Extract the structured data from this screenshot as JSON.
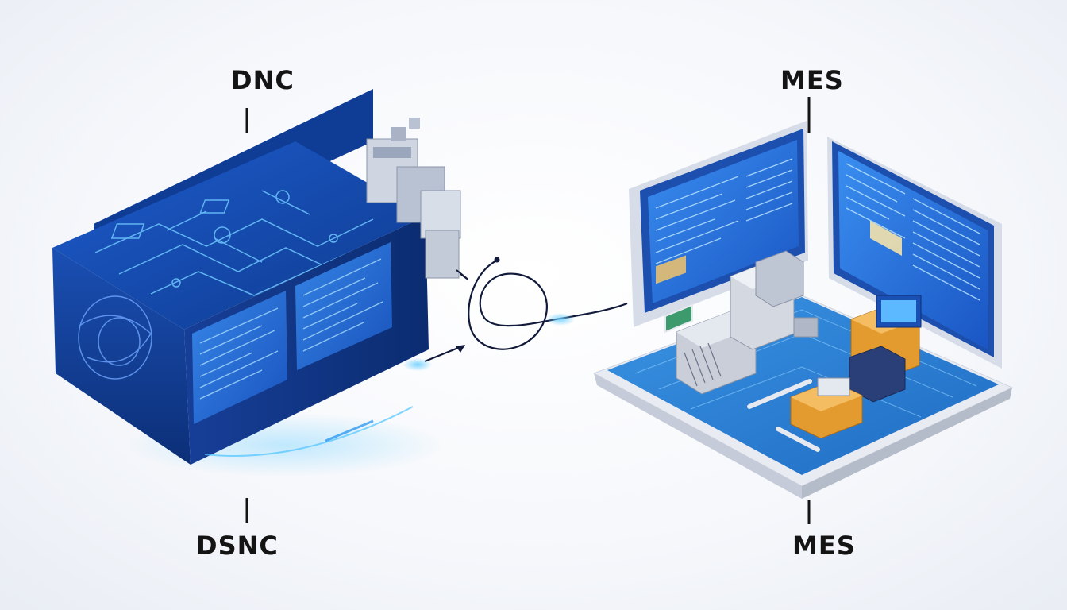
{
  "labels": {
    "dnc_top": "DNC",
    "dsnc_bottom": "DSNC",
    "mes_top": "MES",
    "mes_bottom": "MES"
  },
  "colors": {
    "cabinet_dark": "#0d3480",
    "cabinet_mid": "#1a4fb3",
    "screen_blue": "#2a78e0",
    "glow": "#4fc3ff",
    "platform_blue": "#2a7fd0",
    "machine_orange": "#e39a2e",
    "machine_gray": "#c9ced8",
    "cable": "#111a3a",
    "text": "#141414"
  }
}
